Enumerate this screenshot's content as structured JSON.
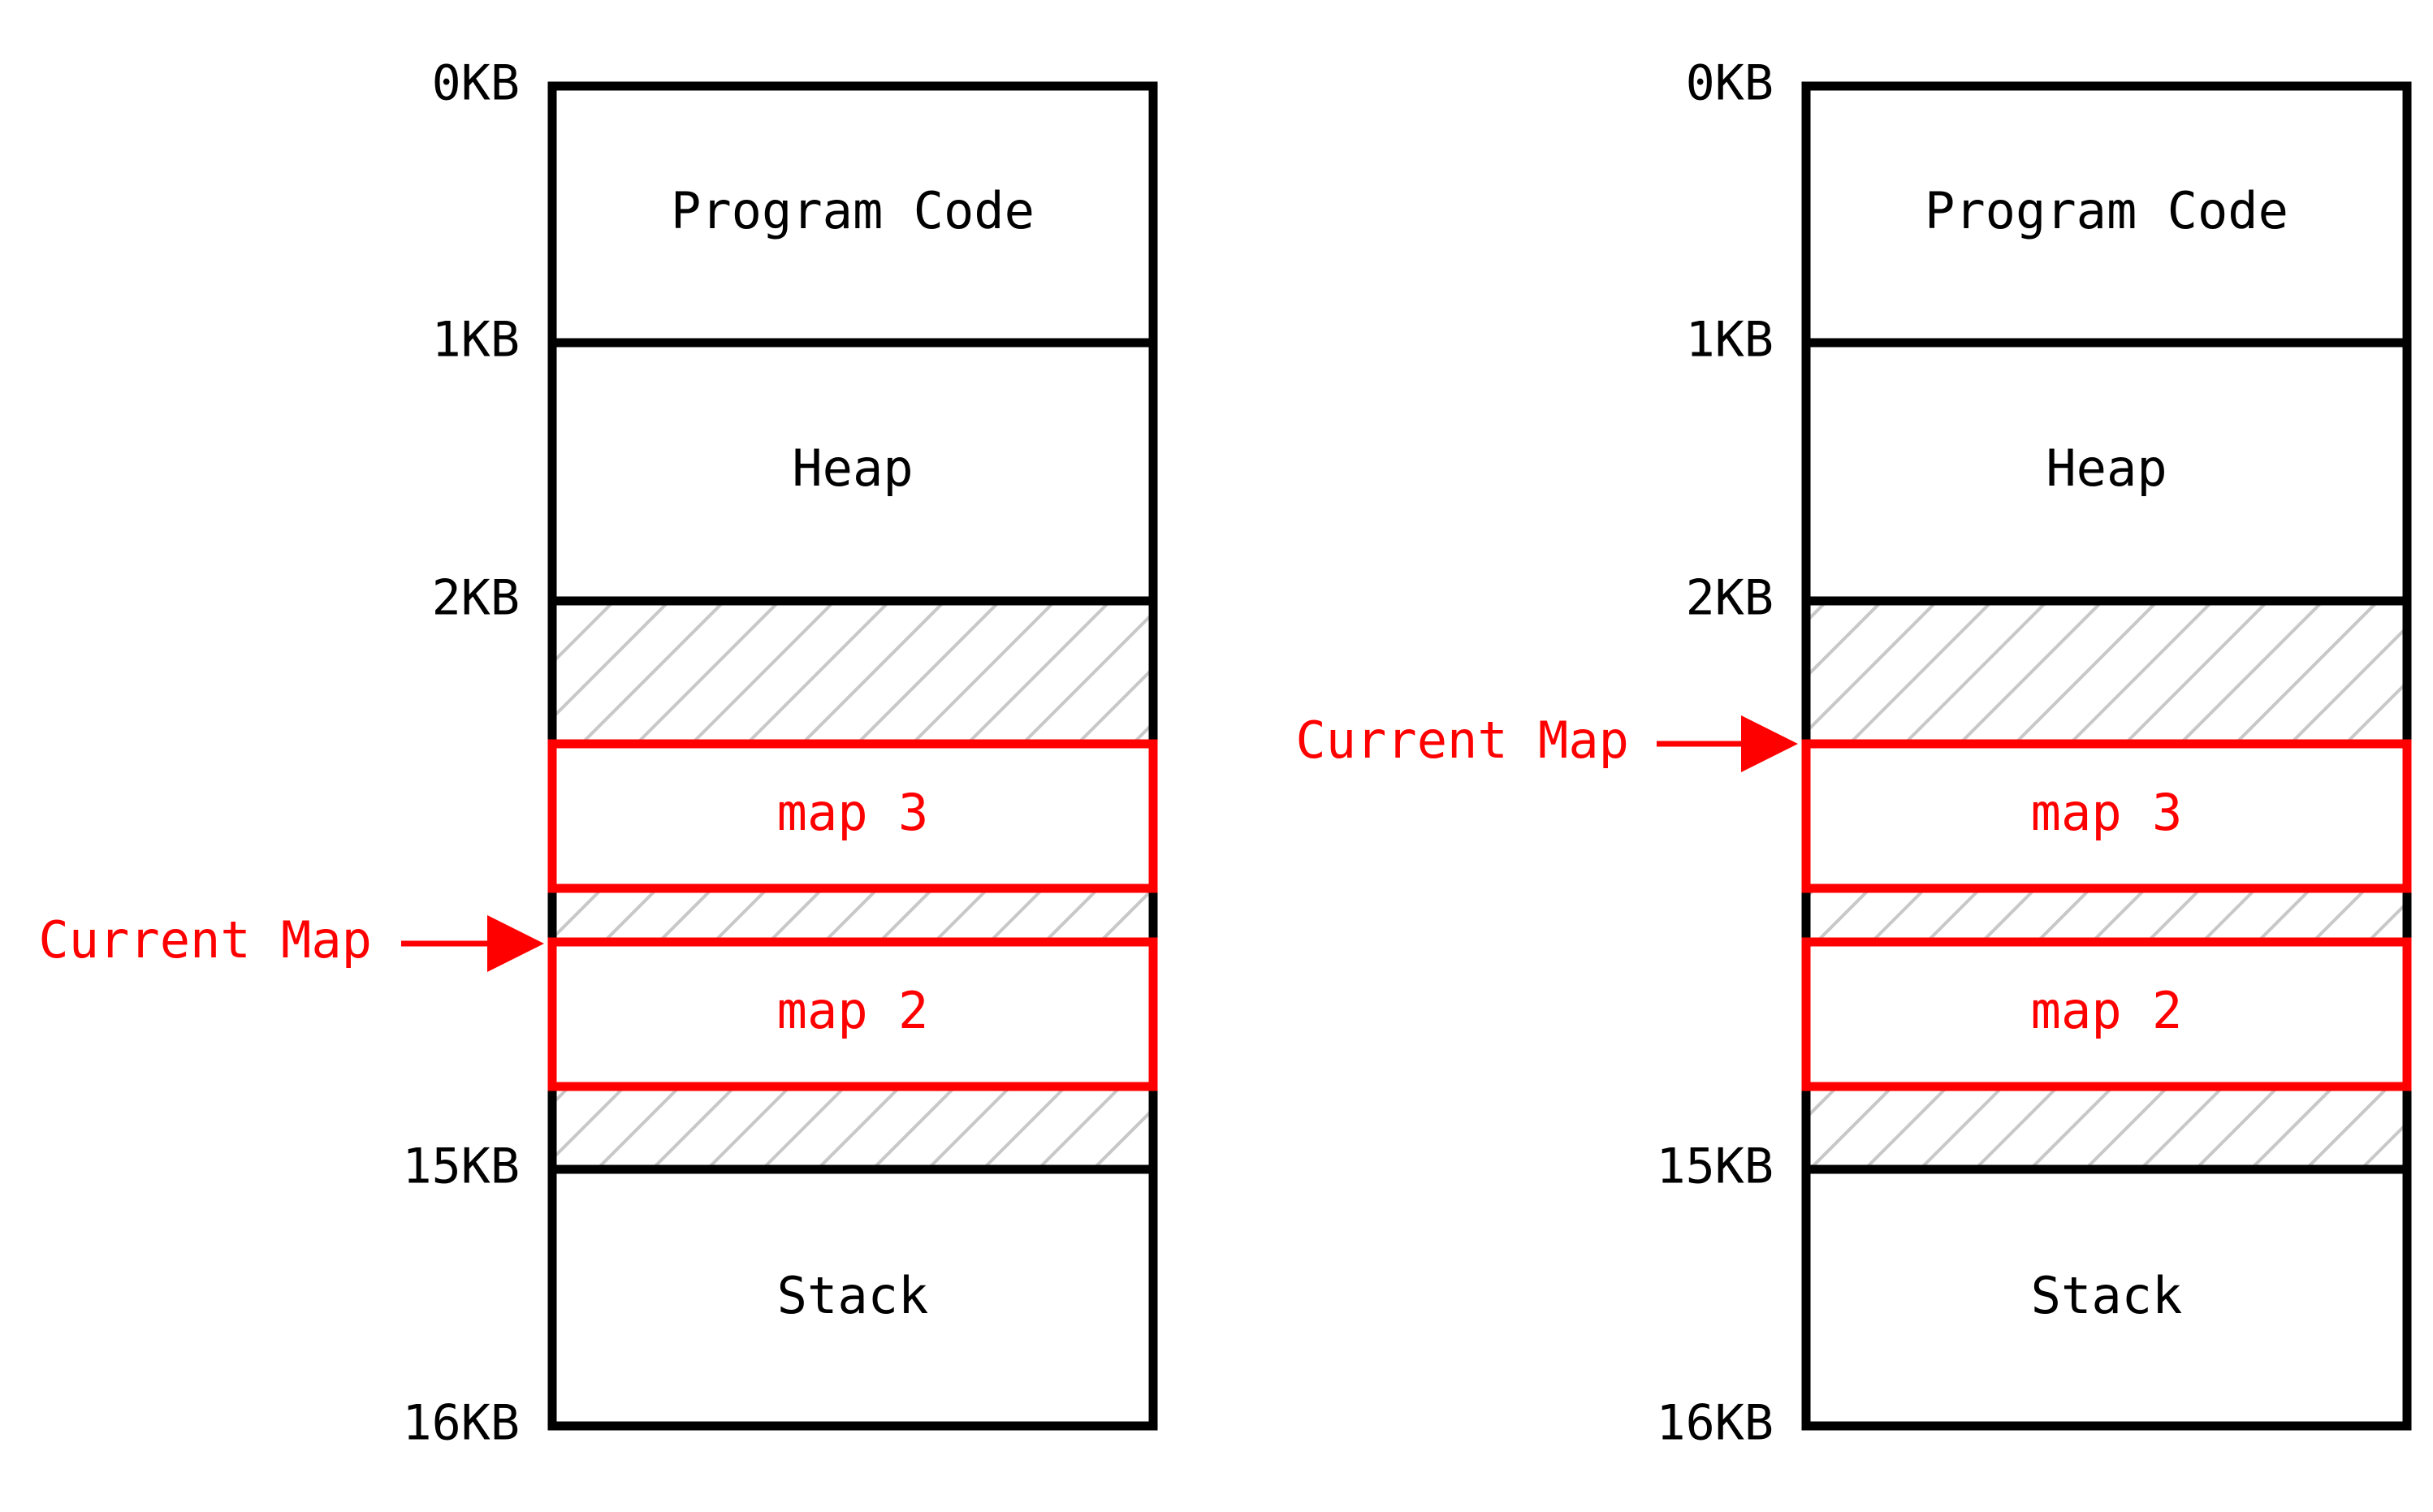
{
  "colors": {
    "outline": "#000000",
    "highlight": "#ff0000",
    "hatch": "#c8c8c8",
    "background": "#ffffff"
  },
  "diagrams": [
    {
      "id": "left",
      "address_labels": [
        "0KB",
        "1KB",
        "2KB",
        "15KB",
        "16KB"
      ],
      "segments": {
        "code": "Program Code",
        "heap": "Heap",
        "stack": "Stack"
      },
      "maps": [
        "map 3",
        "map 2"
      ],
      "pointer": {
        "label": "Current Map",
        "target": "map 2"
      }
    },
    {
      "id": "right",
      "address_labels": [
        "0KB",
        "1KB",
        "2KB",
        "15KB",
        "16KB"
      ],
      "segments": {
        "code": "Program Code",
        "heap": "Heap",
        "stack": "Stack"
      },
      "maps": [
        "map 3",
        "map 2"
      ],
      "pointer": {
        "label": "Current Map",
        "target": "map 3"
      }
    }
  ]
}
